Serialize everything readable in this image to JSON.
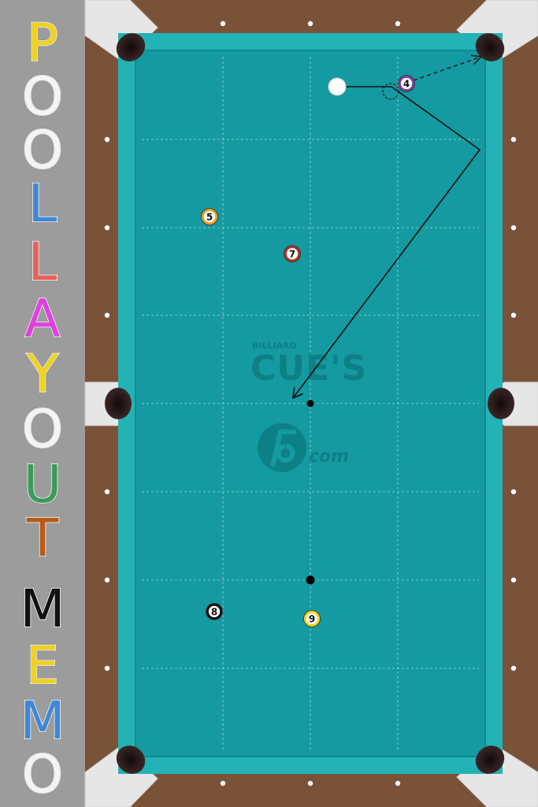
{
  "title": {
    "letters": [
      {
        "char": "P",
        "color": "#f0d21c"
      },
      {
        "char": "O",
        "color": "#f4f4f4"
      },
      {
        "char": "O",
        "color": "#f4f4f4"
      },
      {
        "char": "L",
        "color": "#3f88d8"
      },
      {
        "char": "L",
        "color": "#e8605a"
      },
      {
        "char": "A",
        "color": "#e040e0"
      },
      {
        "char": "Y",
        "color": "#f0d21c"
      },
      {
        "char": "O",
        "color": "#f4f4f4"
      },
      {
        "char": "U",
        "color": "#3a9a5a"
      },
      {
        "char": "T",
        "color": "#b85a18"
      },
      {
        "char": "M",
        "color": "#111111"
      },
      {
        "char": "E",
        "color": "#f0d21c"
      },
      {
        "char": "M",
        "color": "#3f88d8"
      },
      {
        "char": "O",
        "color": "#f4f4f4"
      }
    ]
  },
  "watermark": {
    "billiard": "BILLIARD",
    "cues": "CUE'S",
    "com": "com"
  },
  "balls": [
    {
      "id": "cue",
      "label": "",
      "kind": "cue"
    },
    {
      "id": "4",
      "label": "4",
      "kind": "object",
      "color": "#7a3fa0"
    },
    {
      "id": "5",
      "label": "5",
      "kind": "object",
      "color": "#f0a020"
    },
    {
      "id": "7",
      "label": "7",
      "kind": "object",
      "color": "#b03020"
    },
    {
      "id": "8",
      "label": "8",
      "kind": "eight",
      "color": "#111111"
    },
    {
      "id": "9",
      "label": "9",
      "kind": "object",
      "color": "#f0d21c"
    }
  ],
  "colors": {
    "felt": "#149aa0",
    "cushion": "#23b2b6",
    "rail": "#7a5238",
    "corner": "#e8e8e8",
    "pocket": "#2a1c1c",
    "background": "#9c9c9c"
  }
}
